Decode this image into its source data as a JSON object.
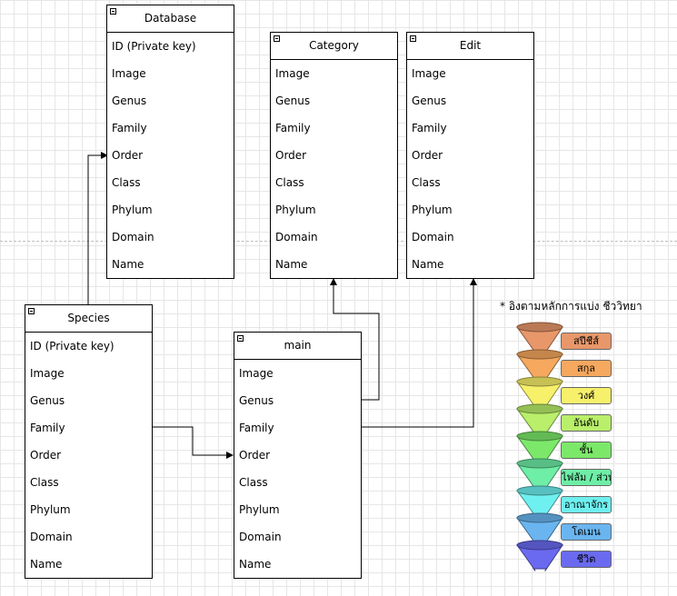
{
  "entities": {
    "database": {
      "title": "Database",
      "rows": [
        "ID (Private key)",
        "Image",
        "Genus",
        "Family",
        "Order",
        "Class",
        "Phylum",
        "Domain",
        "Name"
      ]
    },
    "category": {
      "title": "Category",
      "rows": [
        "Image",
        "Genus",
        "Family",
        "Order",
        "Class",
        "Phylum",
        "Domain",
        "Name"
      ]
    },
    "edit": {
      "title": "Edit",
      "rows": [
        "Image",
        "Genus",
        "Family",
        "Order",
        "Class",
        "Phylum",
        "Domain",
        "Name"
      ]
    },
    "species": {
      "title": "Species",
      "rows": [
        "ID (Private key)",
        "Image",
        "Genus",
        "Family",
        "Order",
        "Class",
        "Phylum",
        "Domain",
        "Name"
      ]
    },
    "main": {
      "title": "main",
      "rows": [
        "Image",
        "Genus",
        "Family",
        "Order",
        "Class",
        "Phylum",
        "Domain",
        "Name"
      ]
    }
  },
  "taxonomy": {
    "note": "* อิงตามหลักการแบ่ง ชีววิทยา",
    "levels": [
      {
        "label": "สปีชีส์",
        "color": "#e8976a"
      },
      {
        "label": "สกุล",
        "color": "#f5a85e"
      },
      {
        "label": "วงศ์",
        "color": "#f7f06a"
      },
      {
        "label": "อันดับ",
        "color": "#b9ef6a"
      },
      {
        "label": "ชั้น",
        "color": "#7ce86a"
      },
      {
        "label": "ไฟลัม / ส่วน",
        "color": "#6eeea6"
      },
      {
        "label": "อาณาจักร",
        "color": "#6ef0f0"
      },
      {
        "label": "โดเมน",
        "color": "#6ab5f0"
      },
      {
        "label": "ชีวิต",
        "color": "#6a6af0"
      }
    ]
  }
}
